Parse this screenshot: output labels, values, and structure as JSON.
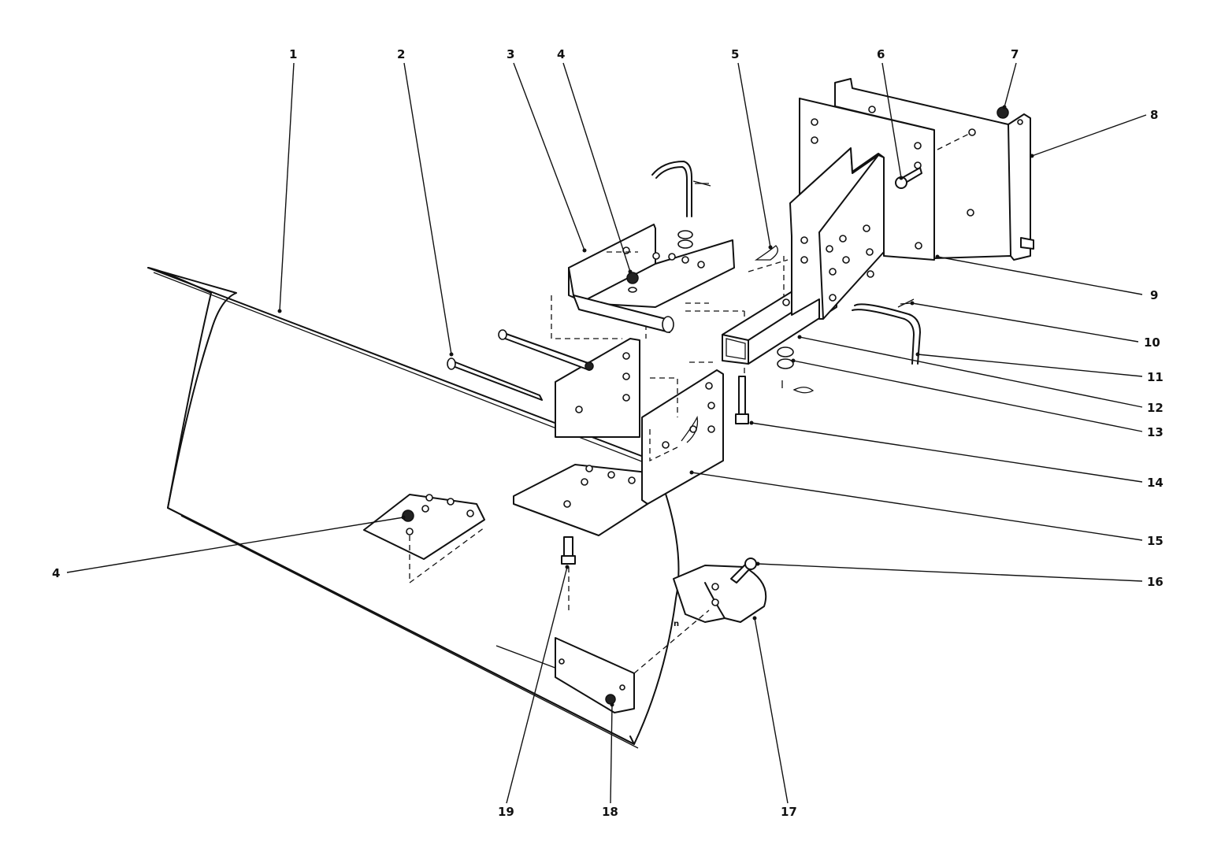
{
  "callouts": [
    {
      "id": "c1",
      "text": "1"
    },
    {
      "id": "c2",
      "text": "2"
    },
    {
      "id": "c3",
      "text": "3"
    },
    {
      "id": "c4a",
      "text": "4"
    },
    {
      "id": "c5",
      "text": "5"
    },
    {
      "id": "c6",
      "text": "6"
    },
    {
      "id": "c7",
      "text": "7"
    },
    {
      "id": "c8",
      "text": "8"
    },
    {
      "id": "c9",
      "text": "9"
    },
    {
      "id": "c10",
      "text": "10"
    },
    {
      "id": "c11",
      "text": "11"
    },
    {
      "id": "c12",
      "text": "12"
    },
    {
      "id": "c13",
      "text": "13"
    },
    {
      "id": "c14",
      "text": "14"
    },
    {
      "id": "c15",
      "text": "15"
    },
    {
      "id": "c16",
      "text": "16"
    },
    {
      "id": "c4b",
      "text": "4"
    },
    {
      "id": "c17",
      "text": "17"
    },
    {
      "id": "c18",
      "text": "18"
    },
    {
      "id": "c19",
      "text": "19"
    }
  ]
}
